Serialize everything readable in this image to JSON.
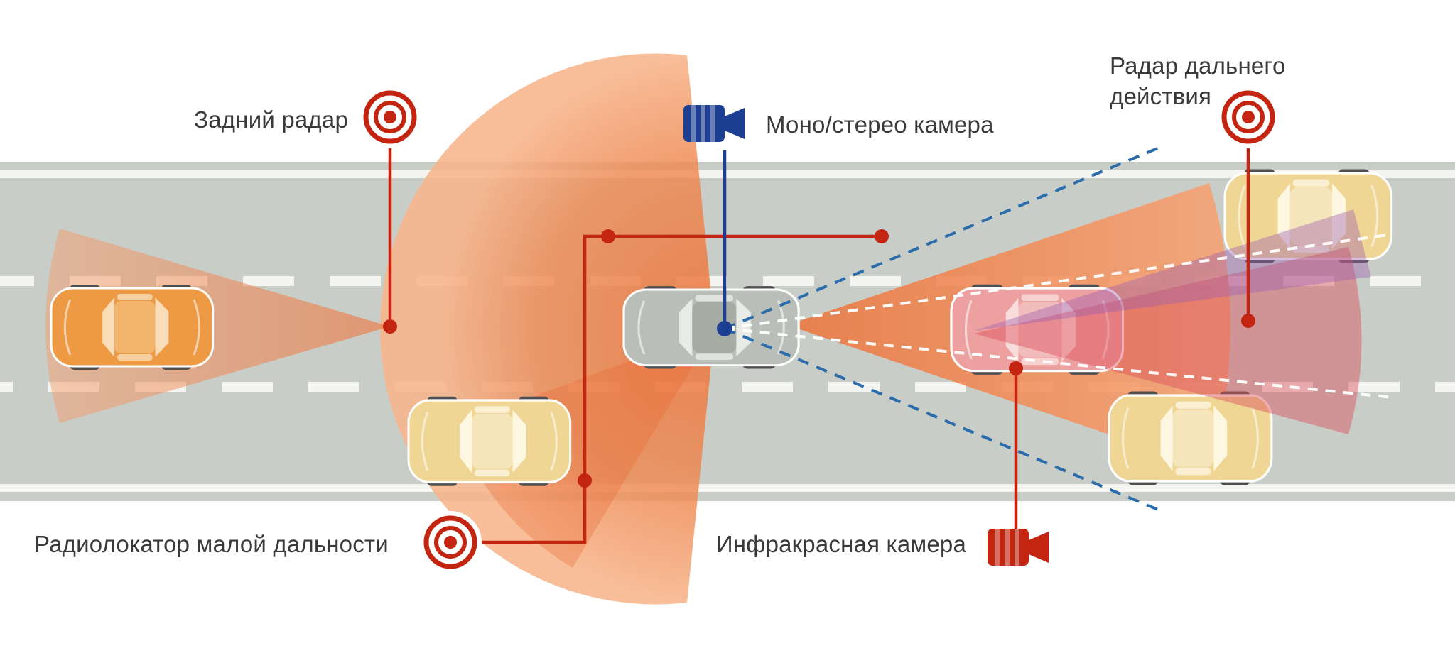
{
  "labels": {
    "rear_radar": "Задний радар",
    "long_range_radar": "Радар дальнего\nдействия",
    "mono_stereo_camera": "Моно/стерео камера",
    "short_range_radar": "Радиолокатор малой дальности",
    "infrared_camera": "Инфракрасная камера"
  },
  "colors": {
    "road": "#c9cdc8",
    "road_edge_line": "#f4f5f1",
    "lane_marking": "#f4f5f1",
    "sensor_cone_orange": "#ee7a3e",
    "radar_red": "#c42510",
    "camera_blue": "#1c3f94",
    "infrared_cone_red": "#d94f5c",
    "overlap_cone_purple": "#9a5cae",
    "camera_fov_blue": "#2b6cab"
  },
  "icons": {
    "rear_radar": "radar-icon",
    "long_range_radar": "radar-icon",
    "short_range_radar": "radar-icon",
    "mono_stereo_camera": "video-camera-icon",
    "infrared_camera": "video-camera-icon"
  }
}
